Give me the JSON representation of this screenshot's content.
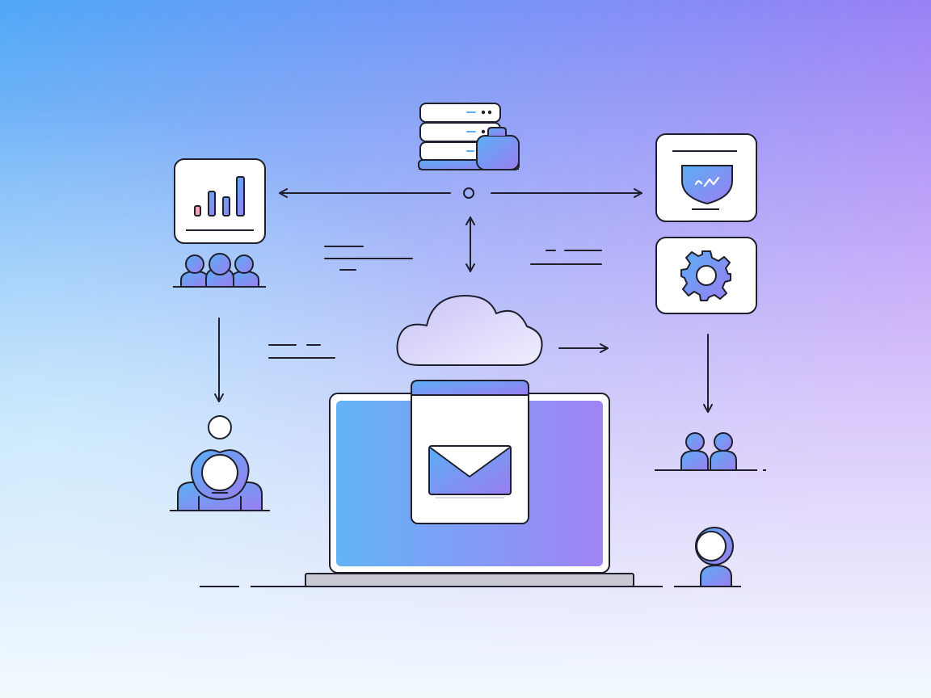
{
  "scene": {
    "nodes": [
      "server-stack",
      "analytics-chart-card",
      "security-shield-card",
      "settings-gear-card",
      "cloud",
      "email-document",
      "laptop",
      "team-group",
      "support-agent",
      "user-pair",
      "single-user"
    ]
  },
  "colors": {
    "background_top_left": "#4FA8F6",
    "background_top_right": "#A57BF5",
    "background_bottom": "#F2FAFE",
    "accent_blue": "#5AAEF5",
    "accent_purple": "#9B7EF0",
    "stroke": "#1F1F2E",
    "card_fill": "#FFFFFF",
    "chart_bar_pink": "#F2A7B5",
    "laptop_base": "#C9C9D3"
  }
}
